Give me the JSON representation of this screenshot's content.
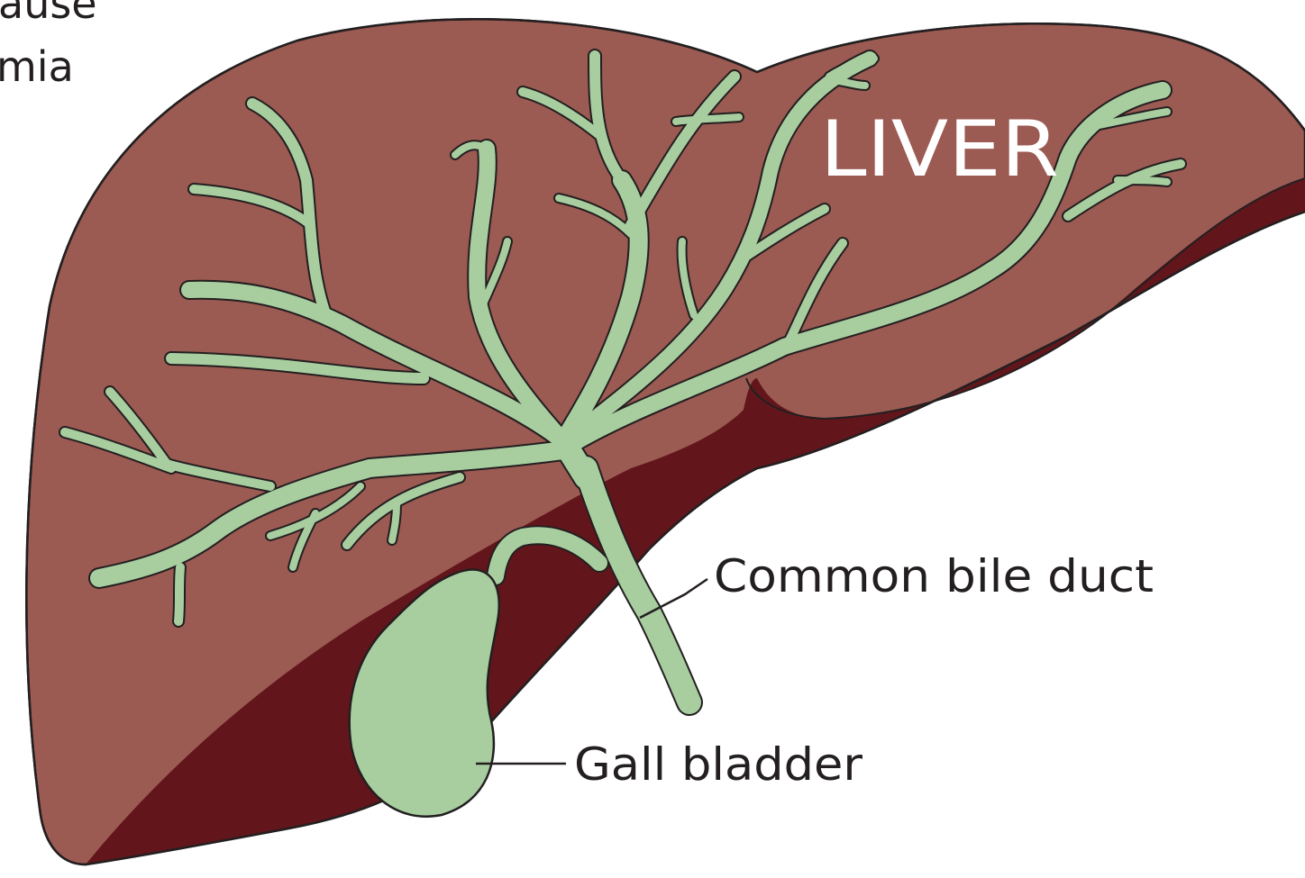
{
  "colors": {
    "liver_main": "#9b5a52",
    "liver_shadow": "#62161b",
    "bile_ducts": "#a8cea0",
    "gall_bladder": "#a8cea0",
    "outline": "#231f20",
    "organ_title": "#ffffff",
    "label_text": "#231f20"
  },
  "cropped_text": {
    "line1": "ause",
    "line2": "mia"
  },
  "organ_title": "LIVER",
  "labels": {
    "common_bile_duct": "Common bile duct",
    "gall_bladder": "Gall bladder"
  }
}
